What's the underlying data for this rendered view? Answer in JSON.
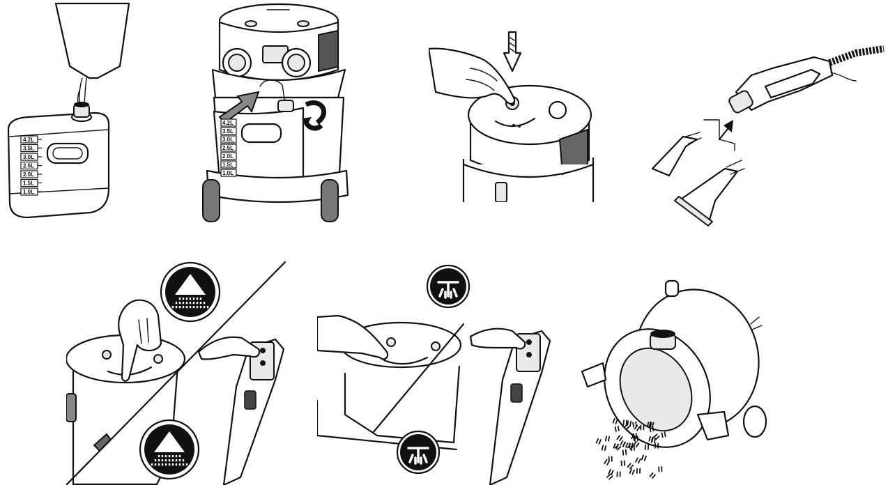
{
  "figure": {
    "steps": [
      {
        "id": "fill-tank",
        "icons": []
      },
      {
        "id": "attach-tank",
        "icons": []
      },
      {
        "id": "press-pump-switch",
        "icons": []
      },
      {
        "id": "attach-nozzle",
        "icons": []
      },
      {
        "id": "spray-mode",
        "icons": [
          "spray-icon",
          "spray-icon"
        ]
      },
      {
        "id": "suction-mode",
        "icons": [
          "suction-icon",
          "suction-icon"
        ]
      },
      {
        "id": "empty-tank",
        "icons": []
      }
    ],
    "tank_scale_labels": [
      "4.2L",
      "3.5L",
      "3.0L",
      "2.5L",
      "2.0L",
      "1.5L",
      "1.0L"
    ],
    "colors": {
      "line": "#111111",
      "background": "#ffffff",
      "icon_fill": "#111111"
    }
  }
}
